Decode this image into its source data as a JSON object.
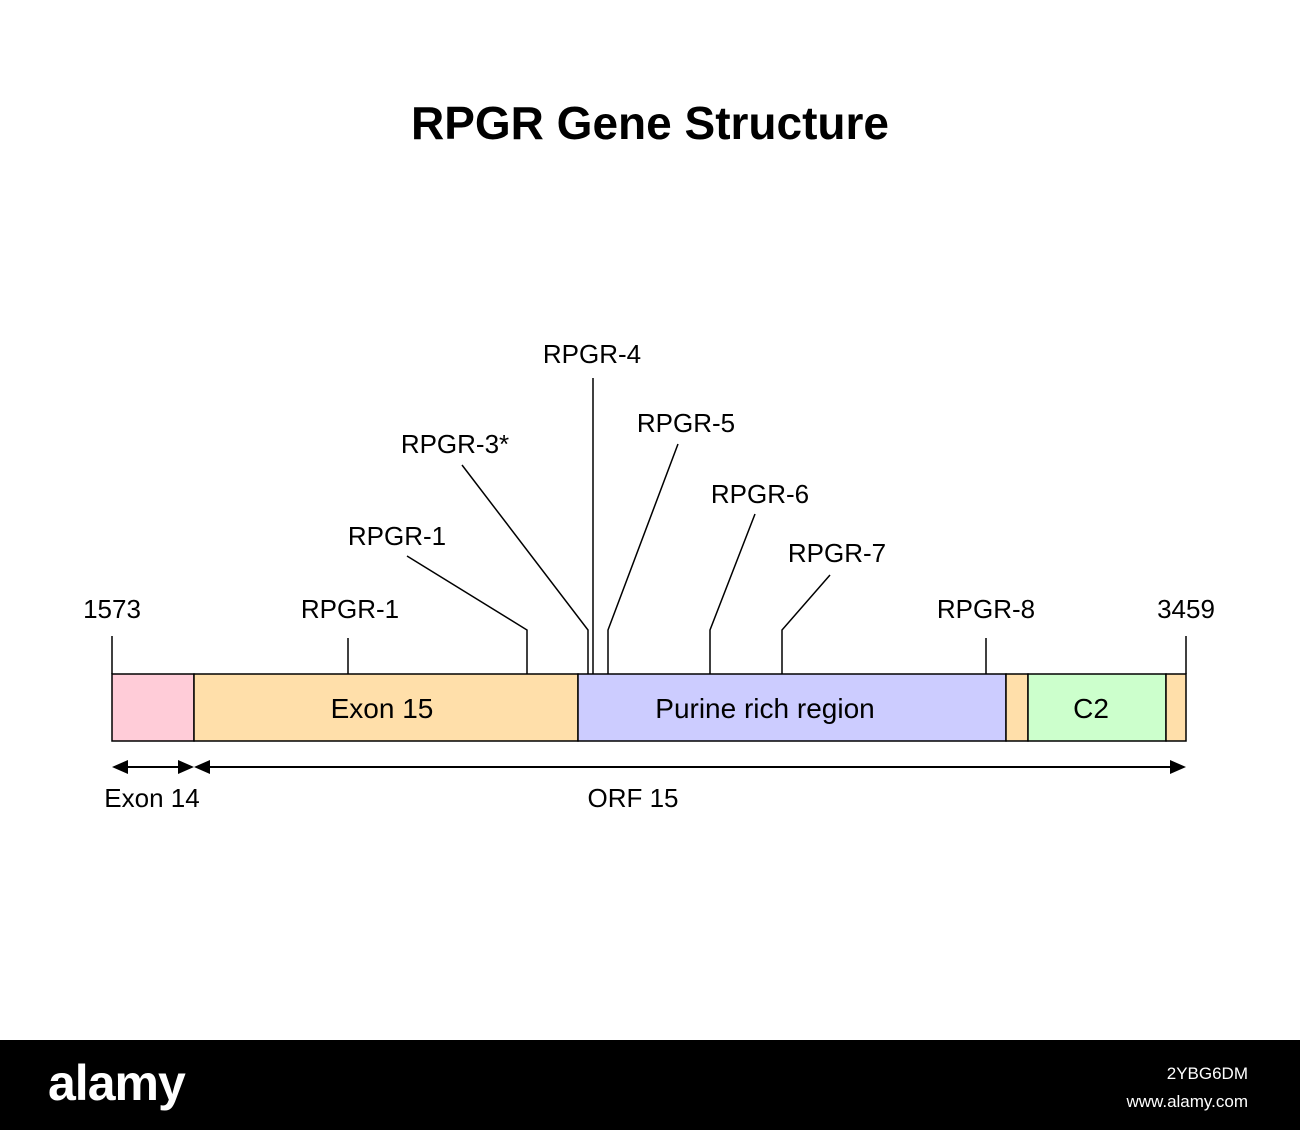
{
  "title": "RPGR Gene Structure",
  "positions": {
    "start": "1573",
    "end": "3459"
  },
  "segments": [
    {
      "id": "exon14-box",
      "label": "",
      "color": "#FFCCD8"
    },
    {
      "id": "exon15-box",
      "label": "Exon 15",
      "color": "#FFDFAA"
    },
    {
      "id": "purine-box",
      "label": "Purine rich region",
      "color": "#CCCCFF"
    },
    {
      "id": "spacer-box",
      "label": "",
      "color": "#FFDFAA"
    },
    {
      "id": "c2-box",
      "label": "C2",
      "color": "#CCFFCC"
    },
    {
      "id": "tail-box",
      "label": "",
      "color": "#FFDFAA"
    }
  ],
  "markers": [
    {
      "label": "RPGR-1"
    },
    {
      "label": "RPGR-1"
    },
    {
      "label": "RPGR-3*"
    },
    {
      "label": "RPGR-4"
    },
    {
      "label": "RPGR-5"
    },
    {
      "label": "RPGR-6"
    },
    {
      "label": "RPGR-7"
    },
    {
      "label": "RPGR-8"
    }
  ],
  "spans": {
    "exon14": "Exon 14",
    "orf15": "ORF 15"
  },
  "footer": {
    "logo": "alamy",
    "image_id": "2YBG6DM",
    "url": "www.alamy.com"
  }
}
